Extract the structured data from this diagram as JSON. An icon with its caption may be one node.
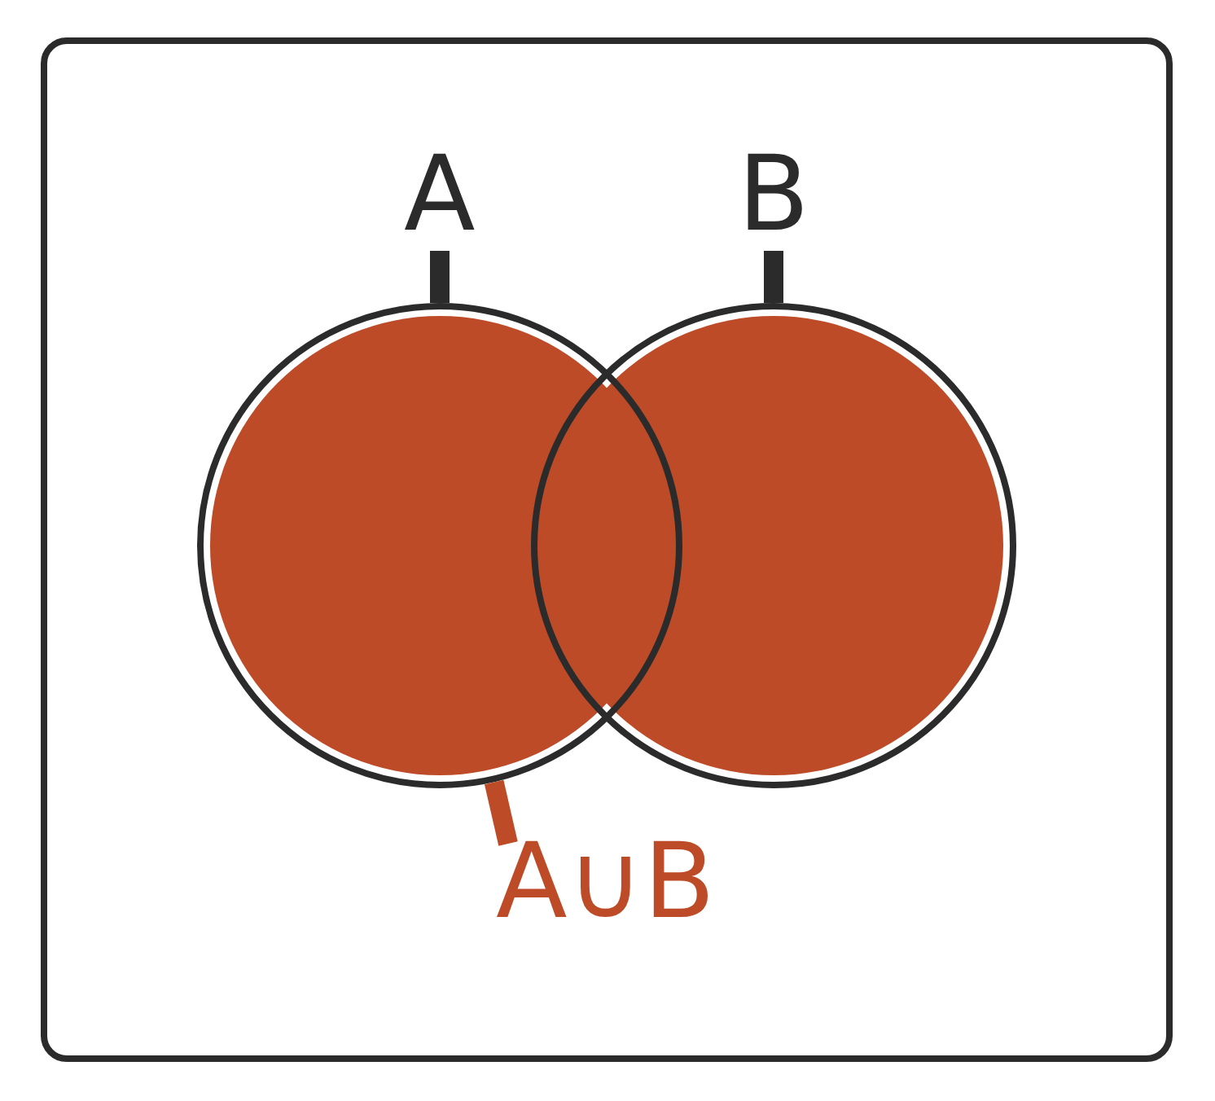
{
  "diagram": {
    "nodes": [
      {
        "text": [
          "A"
        ]
      },
      {
        "text": [
          "B"
        ]
      },
      {
        "text": [],
        "shape": "circle"
      },
      {
        "text": [],
        "shape": "circle"
      },
      {
        "text": [
          "A∪B"
        ]
      }
    ],
    "edges": [
      {
        "from": 0,
        "to": 2,
        "arrow": "none"
      },
      {
        "from": 1,
        "to": 3,
        "arrow": "none"
      },
      {
        "from": 4,
        "to": 2,
        "arrow": "none",
        "color": "#bd4b28"
      }
    ]
  }
}
